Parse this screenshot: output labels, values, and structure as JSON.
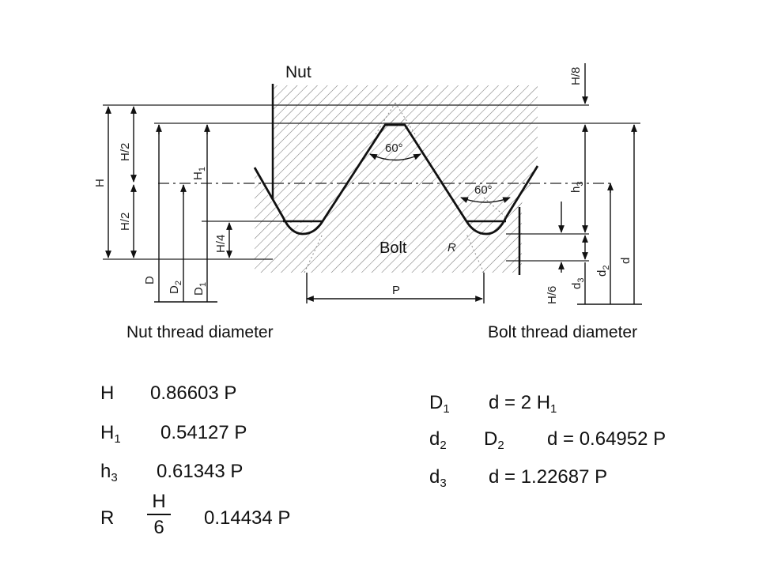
{
  "labels": {
    "nut": "Nut",
    "bolt": "Bolt",
    "angle_top": "60°",
    "angle_right": "60°",
    "pitch": "P",
    "radius": "R",
    "h8": "H/8",
    "h2_upper": "H/2",
    "h2_lower": "H/2",
    "h": "H",
    "h1": "H",
    "h1_sub": "1",
    "h4": "H/4",
    "big_d": "D",
    "d2_nut": "D",
    "d2_nut_sub": "2",
    "d1_nut": "D",
    "d1_nut_sub": "1",
    "h3": "h",
    "h3_sub": "3",
    "h6": "H/6",
    "d3": "d",
    "d3_sub": "3",
    "d2": "d",
    "d2_sub": "2",
    "d": "d"
  },
  "captions": {
    "nut_thread": "Nut thread diameter",
    "bolt_thread": "Bolt thread diameter"
  },
  "formulas": {
    "H": {
      "sym": "H",
      "val": "0.86603 P"
    },
    "H1": {
      "sym": "H",
      "sub": "1",
      "val": "0.54127 P"
    },
    "h3": {
      "sym": "h",
      "sub": "3",
      "val": "0.61343 P"
    },
    "R": {
      "sym": "R",
      "num": "H",
      "den": "6",
      "val": "0.14434 P"
    },
    "D1": {
      "sym": "D",
      "sub": "1",
      "expr": "d = 2 H",
      "expr_sub": "1"
    },
    "d2": {
      "sym": "d",
      "sub": "2",
      "mid": "D",
      "mid_sub": "2",
      "expr": "d = 0.64952 P"
    },
    "d3": {
      "sym": "d",
      "sub": "3",
      "expr": "d = 1.22687 P"
    }
  }
}
